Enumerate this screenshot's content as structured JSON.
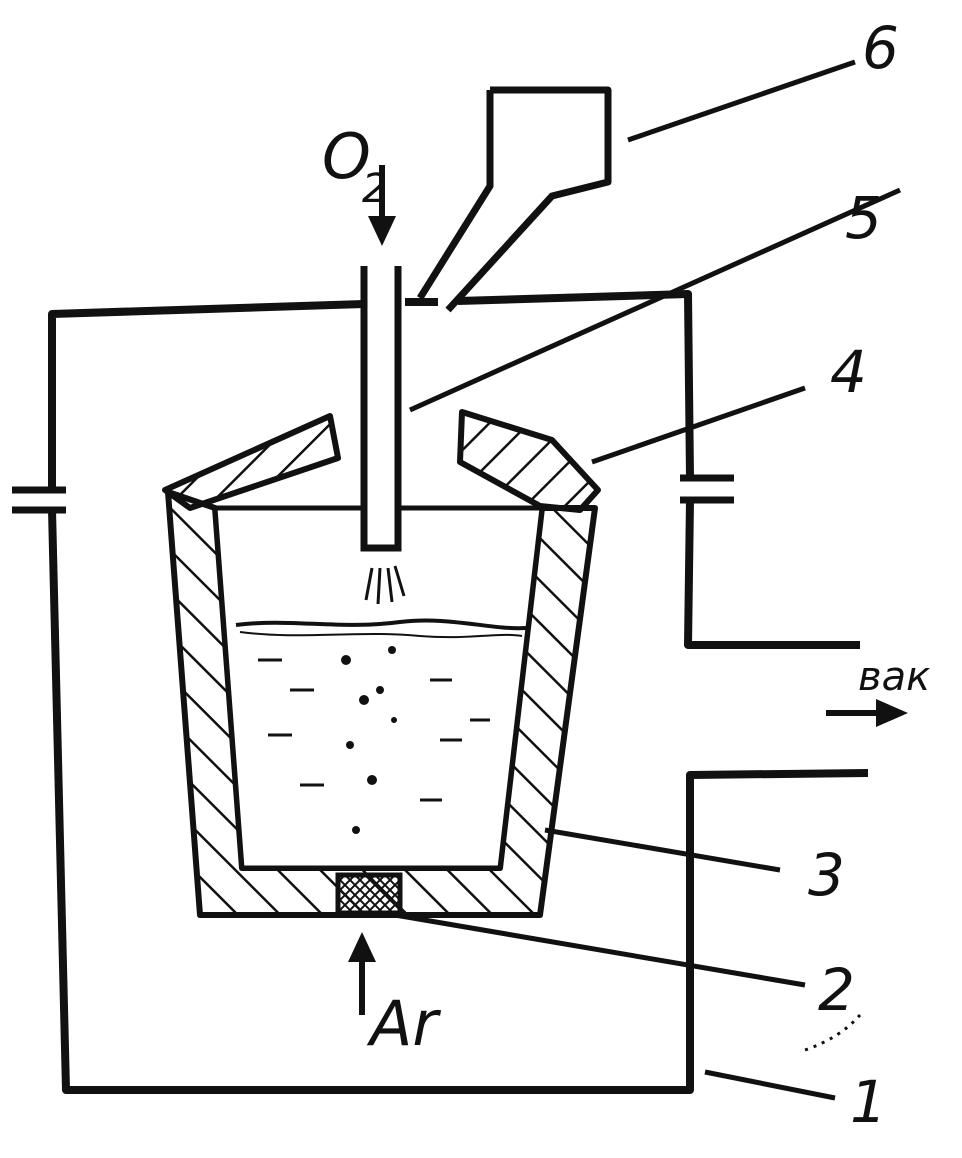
{
  "labels": {
    "oxygen": "O",
    "oxygen_subscript": "2",
    "argon": "Ar",
    "vacuum": "вак",
    "part_1": "1",
    "part_2": "2",
    "part_3": "3",
    "part_4": "4",
    "part_5": "5",
    "part_6": "6"
  },
  "colors": {
    "ink": "#111111",
    "background": "#ffffff"
  }
}
